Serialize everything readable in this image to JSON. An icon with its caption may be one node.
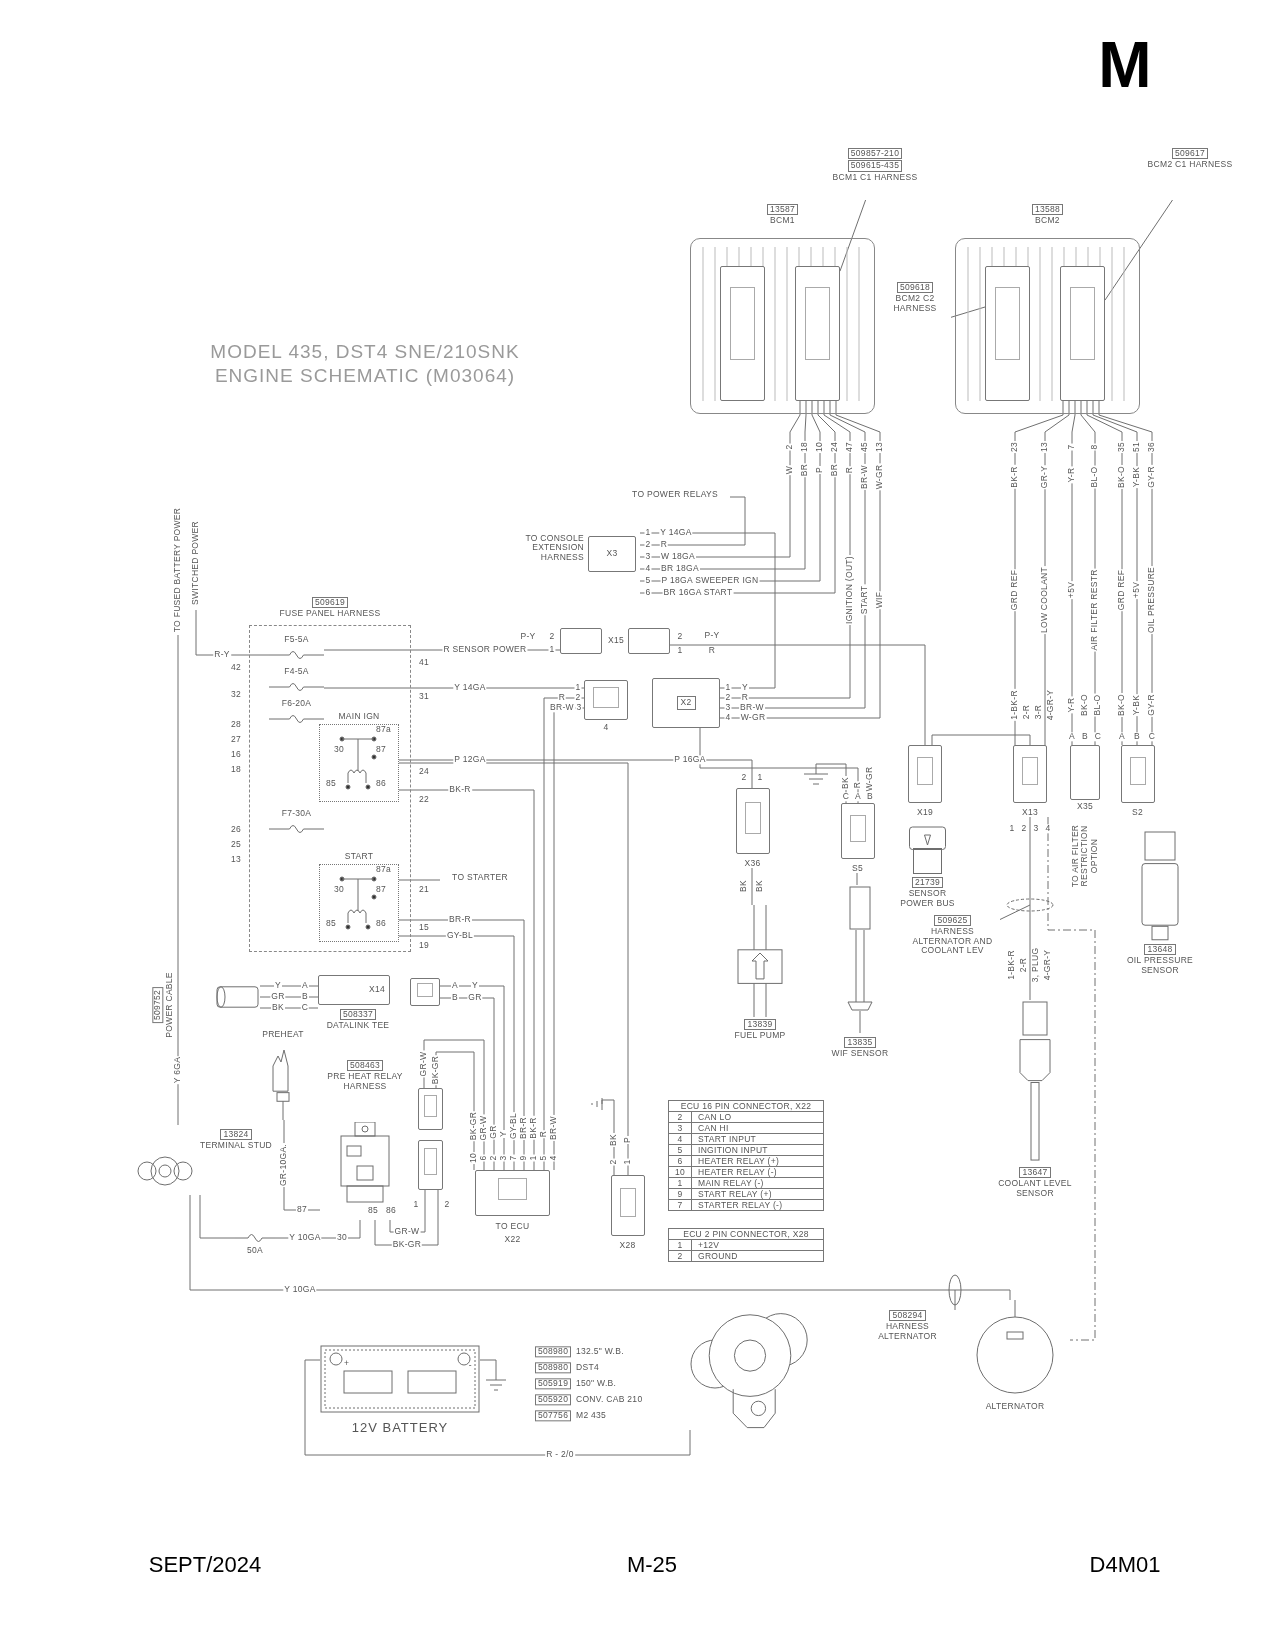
{
  "diagram": {
    "title": "MODEL 435, DST4 SNE/210SNK ENGINE SCHEMATIC (M03064)",
    "nodes": [
      {
        "text": [
          "13587",
          "BCM1"
        ]
      },
      {
        "text": [],
        "shape": "box",
        "in": 0
      },
      {
        "text": [],
        "shape": "box",
        "in": 0
      },
      {
        "text": [
          "509857-210",
          "509615-435",
          "BCM1 C1 HARNESS"
        ]
      },
      {
        "text": [
          "13588",
          "BCM2"
        ]
      },
      {
        "text": [],
        "shape": "box",
        "in": 4
      },
      {
        "text": [],
        "shape": "box",
        "in": 4
      },
      {
        "text": [
          "509618",
          "BCM2 C2 HARNESS"
        ]
      },
      {
        "text": [
          "509617",
          "BCM2 C1 HARNESS"
        ]
      },
      {
        "text": [
          "TO POWER RELAYS"
        ]
      },
      {
        "text": [
          "X3"
        ],
        "beside": [
          "TO CONSOLE EXTENSION HARNESS"
        ]
      },
      {
        "text": [
          "TO FUSED BATTERY POWER"
        ]
      },
      {
        "text": [
          "SWITCHED POWER"
        ]
      },
      {
        "text": [
          "509619",
          "FUSE PANEL HARNESS"
        ]
      },
      {
        "text": [
          "F5-5A"
        ],
        "in": 13
      },
      {
        "text": [
          "F4-5A"
        ],
        "in": 13
      },
      {
        "text": [
          "F6-20A"
        ],
        "in": 13
      },
      {
        "text": [
          "MAIN IGN",
          "30",
          "87a",
          "87",
          "85",
          "86"
        ],
        "in": 13
      },
      {
        "text": [
          "F7-30A"
        ],
        "in": 13
      },
      {
        "text": [
          "START",
          "30",
          "87a",
          "87",
          "85",
          "86"
        ],
        "in": 13
      },
      {
        "text": [
          "X15"
        ]
      },
      {
        "text": [],
        "shape": "box"
      },
      {
        "text": [
          "X2"
        ]
      },
      {
        "text": [
          "TO STARTER"
        ]
      },
      {
        "text": [
          "X36"
        ]
      },
      {
        "text": [
          "13839",
          "FUEL PUMP"
        ]
      },
      {
        "text": [
          "S5"
        ]
      },
      {
        "text": [
          "13835",
          "WIF SENSOR"
        ]
      },
      {
        "text": [
          "X19"
        ]
      },
      {
        "text": [
          "21739",
          "SENSOR POWER BUS"
        ]
      },
      {
        "text": [
          "X13"
        ]
      },
      {
        "text": [
          "509625",
          "HARNESS ALTERNATOR AND COOLANT LEV"
        ]
      },
      {
        "text": [
          "X35"
        ],
        "beside": [
          "TO AIR FILTER RESTRICTION OPTION"
        ]
      },
      {
        "text": [
          "S2"
        ]
      },
      {
        "text": [
          "13648",
          "OIL PRESSURE SENSOR"
        ]
      },
      {
        "text": [],
        "shape": "cylinder"
      },
      {
        "text": [
          "X14"
        ],
        "beside": [
          "508337",
          "DATALINK TEE"
        ]
      },
      {
        "text": [],
        "shape": "box"
      },
      {
        "text": [
          "PREHEAT"
        ]
      },
      {
        "text": [
          "508463",
          "PRE HEAT RELAY HARNESS",
          "85",
          "86"
        ]
      },
      {
        "text": [],
        "shape": "box"
      },
      {
        "text": [],
        "shape": "box"
      },
      {
        "text": [
          "X22"
        ],
        "beside": [
          "TO ECU"
        ]
      },
      {
        "text": [
          "X28"
        ]
      },
      {
        "text": [
          "13824",
          "TERMINAL STUD"
        ]
      },
      {
        "text": [
          "50A"
        ]
      },
      {
        "text": [
          "13647",
          "COOLANT LEVEL SENSOR"
        ]
      },
      {
        "text": [
          "+",
          "-",
          "12V BATTERY"
        ]
      },
      {
        "text": [],
        "shape": "picture"
      },
      {
        "text": [
          "508294",
          "HARNESS ALTERNATOR"
        ]
      },
      {
        "text": [
          "ALTERNATOR"
        ]
      }
    ],
    "edges": [
      {
        "from": 3,
        "to": 2,
        "arrow": "none"
      },
      {
        "from": 7,
        "to": 5,
        "arrow": "none"
      },
      {
        "from": 8,
        "to": 6,
        "arrow": "none"
      },
      {
        "from": 2,
        "to": 10,
        "arrow": "none"
      },
      {
        "from": 2,
        "to": 10,
        "arrow": "none"
      },
      {
        "from": 2,
        "to": 10,
        "arrow": "none"
      },
      {
        "from": 2,
        "to": 10,
        "arrow": "none"
      },
      {
        "from": 9,
        "to": 10,
        "arrow": "none"
      },
      {
        "from": 10,
        "to": 22,
        "arrow": "none"
      },
      {
        "from": 2,
        "to": 22,
        "arrow": "none"
      },
      {
        "from": 2,
        "to": 22,
        "arrow": "none"
      },
      {
        "from": 2,
        "to": 22,
        "arrow": "none"
      },
      {
        "from": 12,
        "to": 14,
        "arrow": "none"
      },
      {
        "from": 14,
        "to": 20,
        "arrow": "none"
      },
      {
        "from": 21,
        "to": 15,
        "arrow": "none"
      },
      {
        "from": 21,
        "to": 42,
        "arrow": "none"
      },
      {
        "from": 21,
        "to": 42,
        "arrow": "none"
      },
      {
        "from": 17,
        "to": 24,
        "arrow": "none"
      },
      {
        "from": 17,
        "to": 42,
        "arrow": "none"
      },
      {
        "from": 19,
        "to": 23,
        "arrow": "none"
      },
      {
        "from": 19,
        "to": 42,
        "arrow": "none"
      },
      {
        "from": 19,
        "to": 42,
        "arrow": "none"
      },
      {
        "from": 17,
        "to": 43,
        "arrow": "none"
      },
      {
        "from": 24,
        "to": 25,
        "arrow": "none"
      },
      {
        "from": 22,
        "to": 26,
        "arrow": "none"
      },
      {
        "from": 26,
        "to": 27,
        "arrow": "none"
      },
      {
        "from": 20,
        "to": 28,
        "arrow": "none"
      },
      {
        "from": 28,
        "to": 30,
        "arrow": "none"
      },
      {
        "from": 6,
        "to": 30,
        "arrow": "none"
      },
      {
        "from": 6,
        "to": 30,
        "arrow": "none"
      },
      {
        "from": 6,
        "to": 32,
        "arrow": "none"
      },
      {
        "from": 6,
        "to": 32,
        "arrow": "none"
      },
      {
        "from": 6,
        "to": 33,
        "arrow": "none"
      },
      {
        "from": 6,
        "to": 33,
        "arrow": "none"
      },
      {
        "from": 6,
        "to": 33,
        "arrow": "none"
      },
      {
        "from": 11,
        "to": 44,
        "arrow": "none"
      },
      {
        "from": 44,
        "to": 45,
        "arrow": "none"
      },
      {
        "from": 45,
        "to": 39,
        "arrow": "none"
      },
      {
        "from": 38,
        "to": 39,
        "arrow": "none"
      },
      {
        "from": 39,
        "to": 41,
        "arrow": "none"
      },
      {
        "from": 39,
        "to": 41,
        "arrow": "none"
      },
      {
        "from": 40,
        "to": 42,
        "arrow": "none"
      },
      {
        "from": 40,
        "to": 42,
        "arrow": "none"
      },
      {
        "from": 35,
        "to": 36,
        "arrow": "none"
      },
      {
        "from": 35,
        "to": 36,
        "arrow": "none"
      },
      {
        "from": 35,
        "to": 36,
        "arrow": "none"
      },
      {
        "from": 37,
        "to": 42,
        "arrow": "none"
      },
      {
        "from": 37,
        "to": 42,
        "arrow": "none"
      },
      {
        "from": 47,
        "to": 48,
        "arrow": "none"
      },
      {
        "from": 44,
        "to": 50,
        "arrow": "none"
      },
      {
        "from": 49,
        "to": null,
        "arrow": "none"
      },
      {
        "from": 31,
        "to": null,
        "arrow": "none"
      },
      {
        "from": 30,
        "to": 46,
        "arrow": "none"
      },
      {
        "from": 30,
        "to": 50,
        "arrow": "none",
        "style": "dashed"
      }
    ],
    "labels": [
      "M",
      "2",
      "W",
      "18",
      "BR",
      "10",
      "P",
      "24",
      "BR",
      "47",
      "R",
      "45",
      "BR-W",
      "13",
      "W-GR",
      "23",
      "BK-R",
      "13",
      "GR-Y",
      "7",
      "Y-R",
      "8",
      "BL-O",
      "35",
      "BK-O",
      "51",
      "Y-BK",
      "36",
      "GY-R",
      "1",
      "Y 14GA",
      "2",
      "R",
      "3",
      "W 18GA",
      "4",
      "BR 18GA",
      "5",
      "P 18GA SWEEPER IGN",
      "6",
      "BR 16GA START",
      "IGNITION (OUT)",
      "START",
      "WIF",
      "GRD REF",
      "LOW COOLANT",
      "+5V",
      "AIR FILTER RESTR",
      "GRD REF",
      "+5V",
      "OIL PRESSURE",
      "R-Y",
      "42",
      "41",
      "R SENSOR POWER",
      "P-Y",
      "2",
      "1",
      "2",
      "P-Y",
      "1",
      "R",
      "32",
      "31",
      "Y 14GA",
      "1",
      "R",
      "2",
      "BR-W",
      "3",
      "4",
      "1",
      "Y",
      "2",
      "R",
      "3",
      "BR-W",
      "4",
      "W-GR",
      "28",
      "27",
      "16",
      "18",
      "24",
      "P 12GA",
      "P 16GA",
      "BK-R",
      "22",
      "2",
      "1",
      "BK",
      "R",
      "W-GR",
      "C",
      "A",
      "B",
      "26",
      "25",
      "13",
      "21",
      "BK",
      "BK",
      "BR-R",
      "15",
      "GY-BL",
      "19",
      "1-BK-R",
      "2-R",
      "3-R",
      "4-GR-Y",
      "Y-R",
      "BK-O",
      "BL-O",
      "A",
      "B",
      "C",
      "BK-O",
      "Y-BK",
      "GY-R",
      "A",
      "B",
      "C",
      "1",
      "2",
      "3",
      "4",
      "1-BK-R",
      "2-R",
      "3, PLUG",
      "4-GR-Y",
      "509752",
      "POWER CABLE",
      "Y 6GA",
      "Y",
      "A",
      "GR",
      "B",
      "BK",
      "C",
      "A",
      "Y",
      "B",
      "GR",
      "GR-W",
      "BK-GR",
      "10",
      "BK-GR",
      "6",
      "GR-W",
      "2",
      "GR",
      "3",
      "Y",
      "7",
      "GY-BL",
      "9",
      "BR-R",
      "1",
      "BK-R",
      "5",
      "R",
      "4",
      "BR-W",
      "BK",
      "2",
      "P",
      "1",
      "GR-10GA.",
      "87",
      "GR-W",
      "BK-GR",
      "1",
      "2",
      "Y 10GA",
      "30",
      "Y 10GA",
      "ECU 16 PIN CONNECTOR, X22",
      "2",
      "CAN LO",
      "3",
      "CAN HI",
      "4",
      "START INPUT",
      "5",
      "INGITION INPUT",
      "6",
      "HEATER RELAY (+)",
      "10",
      "HEATER RELAY (-)",
      "1",
      "MAIN RELAY (-)",
      "9",
      "START RELAY (+)",
      "7",
      "STARTER RELAY (-)",
      "ECU 2 PIN CONNECTOR, X28",
      "1",
      "+12V",
      "2",
      "GROUND",
      "508980",
      "132.5\" W.B.",
      "508980",
      "DST4",
      "505919",
      "150\" W.B.",
      "505920",
      "CONV. CAB 210",
      "507756",
      "M2 435",
      "R - 2/0",
      "SEPT/2024",
      "M-25",
      "D4M01"
    ]
  }
}
